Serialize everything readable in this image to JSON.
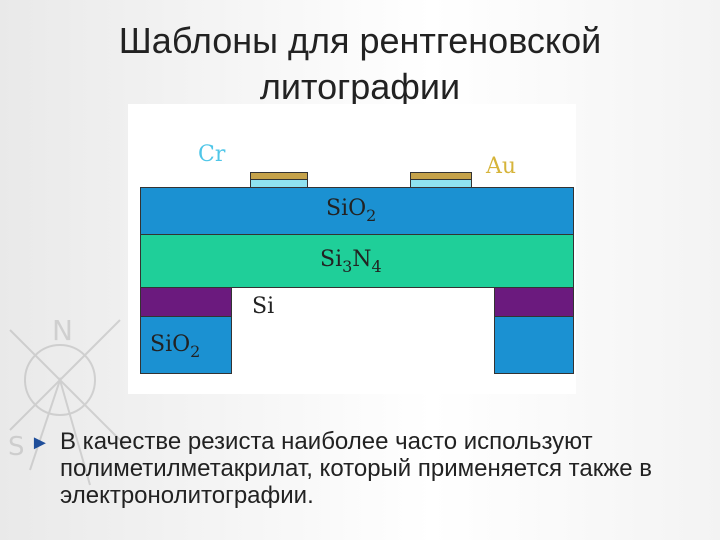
{
  "slide": {
    "title_line1": "Шаблоны для рентгеновской",
    "title_line2": "литографии"
  },
  "diagram": {
    "cr_label": "Cr",
    "au_label": "Au",
    "sio2_top": {
      "main": "SiO",
      "sub": "2"
    },
    "si3n4": {
      "a": "Si",
      "a_sub": "3",
      "b": "N",
      "b_sub": "4"
    },
    "si_label": "Si",
    "sio2_bottom": {
      "main": "SiO",
      "sub": "2"
    },
    "colors": {
      "sio2": "#1b91d2",
      "si3n4": "#1fcf99",
      "si_purple": "#6b1a7e",
      "metal_au": "#c5a24a",
      "resist_cyan": "#8fe2f0"
    }
  },
  "bullet": {
    "marker_icon": "triangle-right-icon",
    "text": "В качестве резиста наиболее часто используют полиметилметакрилат, который применяется также в электронолитографии."
  }
}
